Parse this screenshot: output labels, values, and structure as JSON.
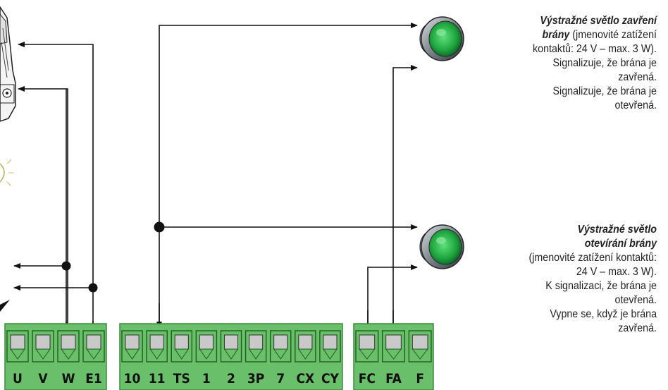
{
  "terminal_blocks": [
    {
      "name": "motor-block",
      "terminals": [
        "U",
        "V",
        "W",
        "E1"
      ]
    },
    {
      "name": "control-block",
      "terminals": [
        "10",
        "11",
        "TS",
        "1",
        "2",
        "3P",
        "7",
        "CX",
        "CY"
      ]
    },
    {
      "name": "lamp-block",
      "terminals": [
        "FC",
        "FA",
        "F"
      ]
    }
  ],
  "close_lamp": {
    "title_part1": "Výstražné světlo zavření",
    "title_part2": "brány",
    "rating_suffix": " (jmenovité zatížení",
    "lines": [
      "kontaktů: 24 V – max. 3 W).",
      "Signalizuje, že brána je",
      "zavřená.",
      "Signalizuje, že brána je",
      "otevřená."
    ]
  },
  "open_lamp": {
    "title_part1": "Výstražné světlo",
    "title_part2": "otevírání brány",
    "lines": [
      "(jmenovité zatížení kontaktů:",
      "24 V – max. 3 W).",
      "K signalizaci, že brána je",
      "otevřená.",
      "Vypne se, když je brána",
      "zavřená."
    ]
  },
  "colors": {
    "terminal_green": "#6abf6a",
    "terminal_dark": "#3e8a3e",
    "lamp_green": "#22b14c",
    "wire": "#111111"
  }
}
